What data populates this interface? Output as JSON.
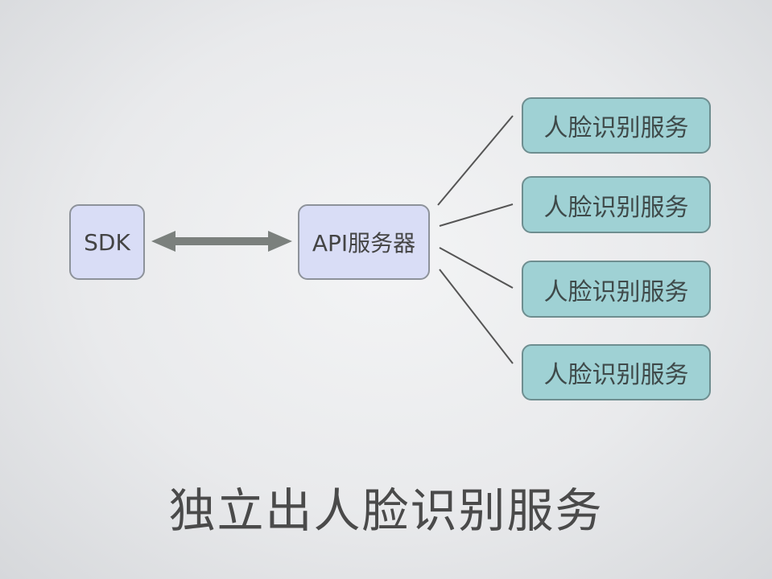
{
  "diagram": {
    "sdk_label": "SDK",
    "api_label": "API服务器",
    "services": [
      "人脸识别服务",
      "人脸识别服务",
      "人脸识别服务",
      "人脸识别服务"
    ]
  },
  "title": "独立出人脸识别服务",
  "colors": {
    "client_box": "#d9ddf6",
    "service_box": "#9fd1d4",
    "arrow": "#7b807d"
  }
}
